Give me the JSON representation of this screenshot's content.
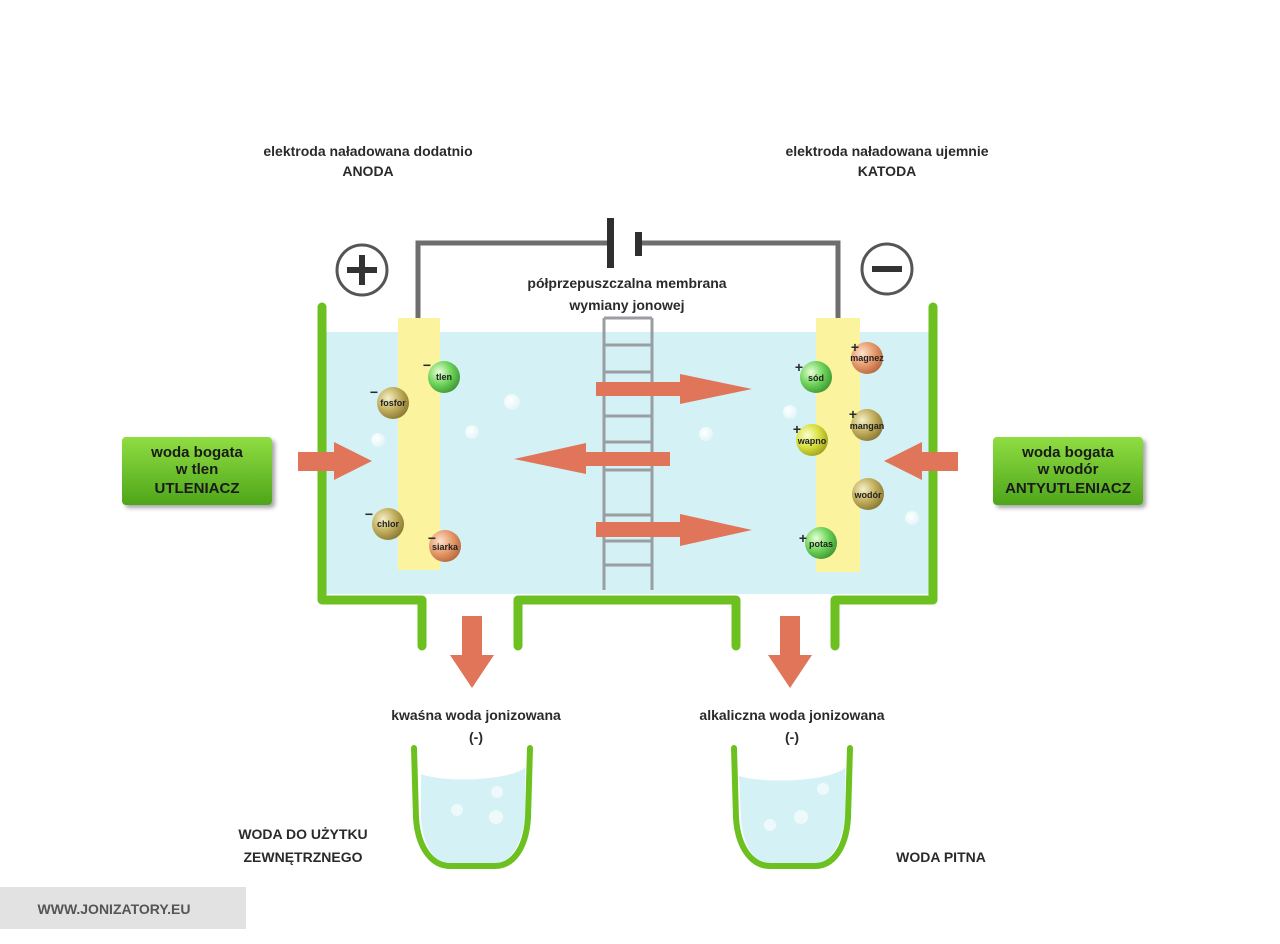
{
  "anode": {
    "label": "elektroda naładowana dodatnio",
    "name": "ANODA",
    "sign": "+"
  },
  "cathode": {
    "label": "elektroda naładowana ujemnie",
    "name": "KATODA",
    "sign": "−"
  },
  "membrane": {
    "line1": "półprzepuszczalna membrana",
    "line2": "wymiany jonowej"
  },
  "left_box": {
    "line1": "woda bogata",
    "line2": "w tlen",
    "line3": "UTLENIACZ"
  },
  "right_box": {
    "line1": "woda bogata",
    "line2": "w wodór",
    "line3": "ANTYUTLENIACZ"
  },
  "anode_ions": [
    {
      "name": "tlen",
      "charge": "−",
      "color": "green"
    },
    {
      "name": "fosfor",
      "charge": "−",
      "color": "olive"
    },
    {
      "name": "chlor",
      "charge": "−",
      "color": "olive"
    },
    {
      "name": "siarka",
      "charge": "−",
      "color": "orange"
    }
  ],
  "cathode_ions": [
    {
      "name": "sód",
      "charge": "+",
      "color": "green"
    },
    {
      "name": "magnez",
      "charge": "+",
      "color": "orange"
    },
    {
      "name": "wapno",
      "charge": "+",
      "color": "yellow"
    },
    {
      "name": "mangan",
      "charge": "+",
      "color": "olive"
    },
    {
      "name": "wodór",
      "charge": "",
      "color": "olive"
    },
    {
      "name": "potas",
      "charge": "+",
      "color": "green"
    }
  ],
  "outlet_left": {
    "label": "kwaśna woda jonizowana",
    "sub": "(-)",
    "usage_line1": "WODA DO UŻYTKU",
    "usage_line2": "ZEWNĘTRZNEGO"
  },
  "outlet_right": {
    "label": "alkaliczna woda jonizowana",
    "sub": "(-)",
    "usage": "WODA PITNA"
  },
  "footer": {
    "url": "WWW.JONIZATORY.EU"
  },
  "colors": {
    "green": "#6cc020",
    "water": "#d4f1f5",
    "electrode": "#fbf39e",
    "arrow": "#e0755a",
    "wire": "#6e6e6e"
  }
}
